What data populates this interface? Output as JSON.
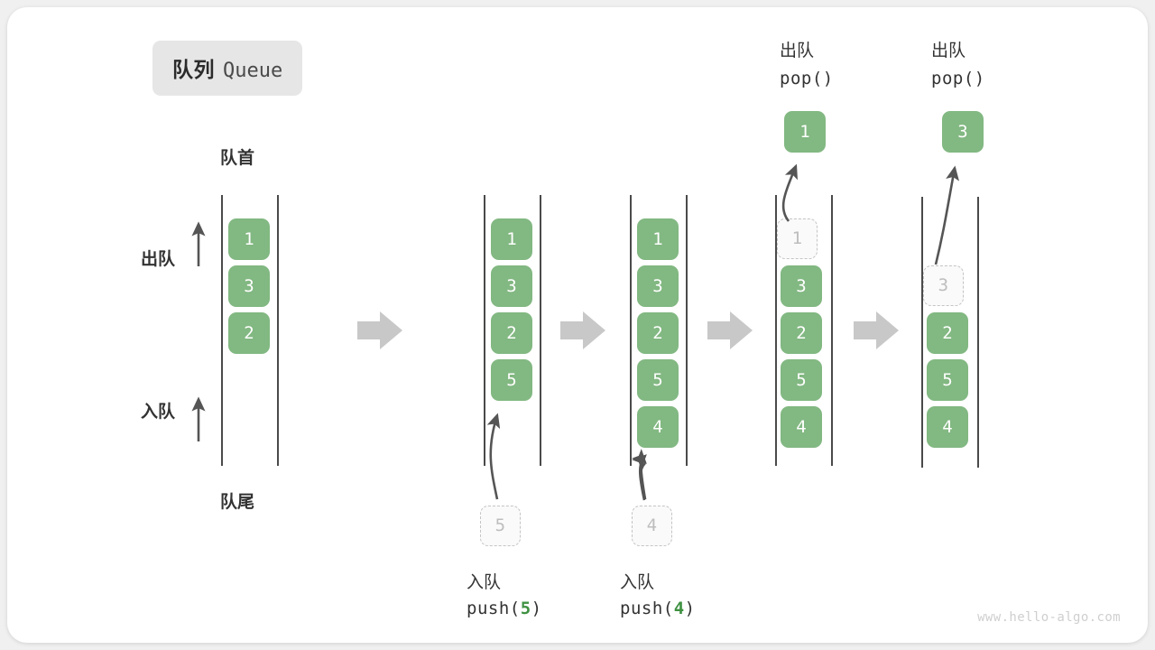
{
  "title": {
    "cn": "队列",
    "en": "Queue"
  },
  "labels": {
    "head": "队首",
    "tail": "队尾",
    "dequeue": "出队",
    "enqueue": "入队"
  },
  "watermark": "www.hello-algo.com",
  "colors": {
    "element": "#82b882",
    "ghost_border": "#c4c4c4",
    "ghost_text": "#bdbdbd",
    "rail": "#4a4a4a",
    "flow_arrow": "#c8c8c8",
    "accent_value": "#3f9142",
    "badge_bg": "#e6e6e6",
    "text": "#333333",
    "card_bg": "#ffffff",
    "page_bg": "#f0f0f0"
  },
  "steps": [
    {
      "id": "initial",
      "queue": [
        "1",
        "3",
        "2"
      ],
      "ghost_index": null,
      "ghost_value": null,
      "op_cn": null,
      "op_code": null,
      "op_value": null,
      "input_chip": null,
      "popped_value": null,
      "header_cn": null,
      "header_code": null
    },
    {
      "id": "push-5",
      "queue": [
        "1",
        "3",
        "2",
        "5"
      ],
      "ghost_index": null,
      "ghost_value": null,
      "op_cn": "入队",
      "op_code_prefix": "push(",
      "op_value": "5",
      "op_code_suffix": ")",
      "input_chip": "5",
      "popped_value": null,
      "header_cn": null,
      "header_code": null
    },
    {
      "id": "push-4",
      "queue": [
        "1",
        "3",
        "2",
        "5",
        "4"
      ],
      "ghost_index": null,
      "ghost_value": null,
      "op_cn": "入队",
      "op_code_prefix": "push(",
      "op_value": "4",
      "op_code_suffix": ")",
      "input_chip": "4",
      "popped_value": null,
      "header_cn": null,
      "header_code": null
    },
    {
      "id": "pop-1",
      "queue": [
        "3",
        "2",
        "5",
        "4"
      ],
      "ghost_index": 0,
      "ghost_value": "1",
      "op_cn": null,
      "op_code": null,
      "input_chip": null,
      "popped_value": "1",
      "header_cn": "出队",
      "header_code": "pop()"
    },
    {
      "id": "pop-3",
      "queue": [
        "2",
        "5",
        "4"
      ],
      "ghost_index": 1,
      "ghost_value": "3",
      "op_cn": null,
      "op_code": null,
      "input_chip": null,
      "popped_value": "3",
      "header_cn": "出队",
      "header_code": "pop()"
    }
  ],
  "flow_arrows": 4
}
